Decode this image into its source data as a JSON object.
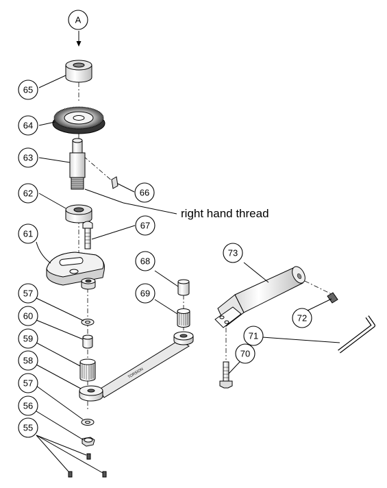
{
  "view_marker": "A",
  "callouts": {
    "p65": "65",
    "p64": "64",
    "p63": "63",
    "p66": "66",
    "p62": "62",
    "p67": "67",
    "p61": "61",
    "p57a": "57",
    "p60": "60",
    "p59": "59",
    "p58": "58",
    "p57b": "57",
    "p56": "56",
    "p55": "55",
    "p68": "68",
    "p69": "69",
    "p73": "73",
    "p72": "72",
    "p71": "71",
    "p70": "70"
  },
  "notes": {
    "thread": "right hand thread"
  },
  "arm_stamp": "TORSION"
}
